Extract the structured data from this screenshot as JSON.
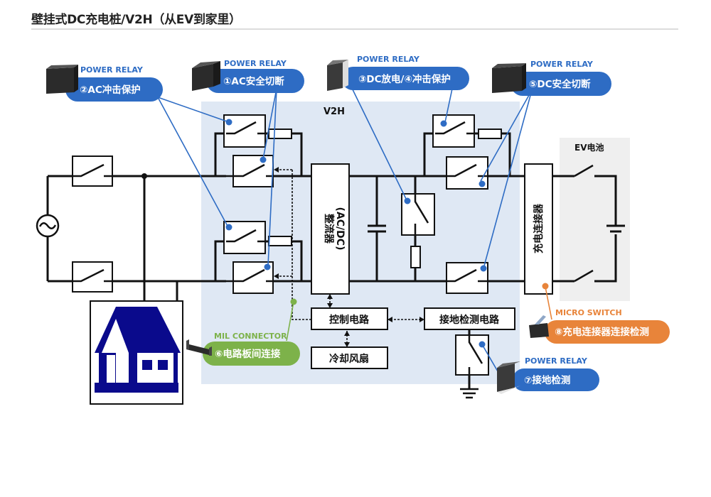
{
  "header": {
    "title": "壁挂式DC充电桩/V2H（从EV到家里）"
  },
  "regions": {
    "v2h_label": "V2H",
    "ev_battery_label": "EV电池"
  },
  "blocks": {
    "rectifier_line1": "整流器",
    "rectifier_line2": "(AC/DC)",
    "charging_connector": "充电连接器",
    "control_circuit": "控制电路",
    "ground_detect_circuit": "接地检测电路",
    "cooling_fan": "冷却风扇"
  },
  "callouts": [
    {
      "id": "1",
      "category": "POWER RELAY",
      "text": "①AC安全切断",
      "color": "#2e6cc4",
      "category_color": "#2e6cc4"
    },
    {
      "id": "2",
      "category": "POWER RELAY",
      "text": "②AC冲击保护",
      "color": "#2e6cc4",
      "category_color": "#2e6cc4"
    },
    {
      "id": "3",
      "category": "POWER RELAY",
      "text": "③DC放电/④冲击保护",
      "color": "#2e6cc4",
      "category_color": "#2e6cc4"
    },
    {
      "id": "5",
      "category": "POWER RELAY",
      "text": "⑤DC安全切断",
      "color": "#2e6cc4",
      "category_color": "#2e6cc4"
    },
    {
      "id": "6",
      "category": "MIL CONNECTOR",
      "text": "⑥电路板间连接",
      "color": "#7db24a",
      "category_color": "#7db24a"
    },
    {
      "id": "7",
      "category": "POWER RELAY",
      "text": "⑦接地检测",
      "color": "#2e6cc4",
      "category_color": "#2e6cc4"
    },
    {
      "id": "8",
      "category": "MICRO SWITCH",
      "text": "⑧充电连接器连接检测",
      "color": "#e8843a",
      "category_color": "#e8843a"
    }
  ],
  "colors": {
    "v2h_region": "#dfe8f4",
    "ev_region": "#efefef",
    "relay_blue": "#2e6cc4",
    "connector_green": "#7db24a",
    "switch_orange": "#e8843a",
    "house_navy": "#0a0a8c",
    "wire": "#111111"
  }
}
